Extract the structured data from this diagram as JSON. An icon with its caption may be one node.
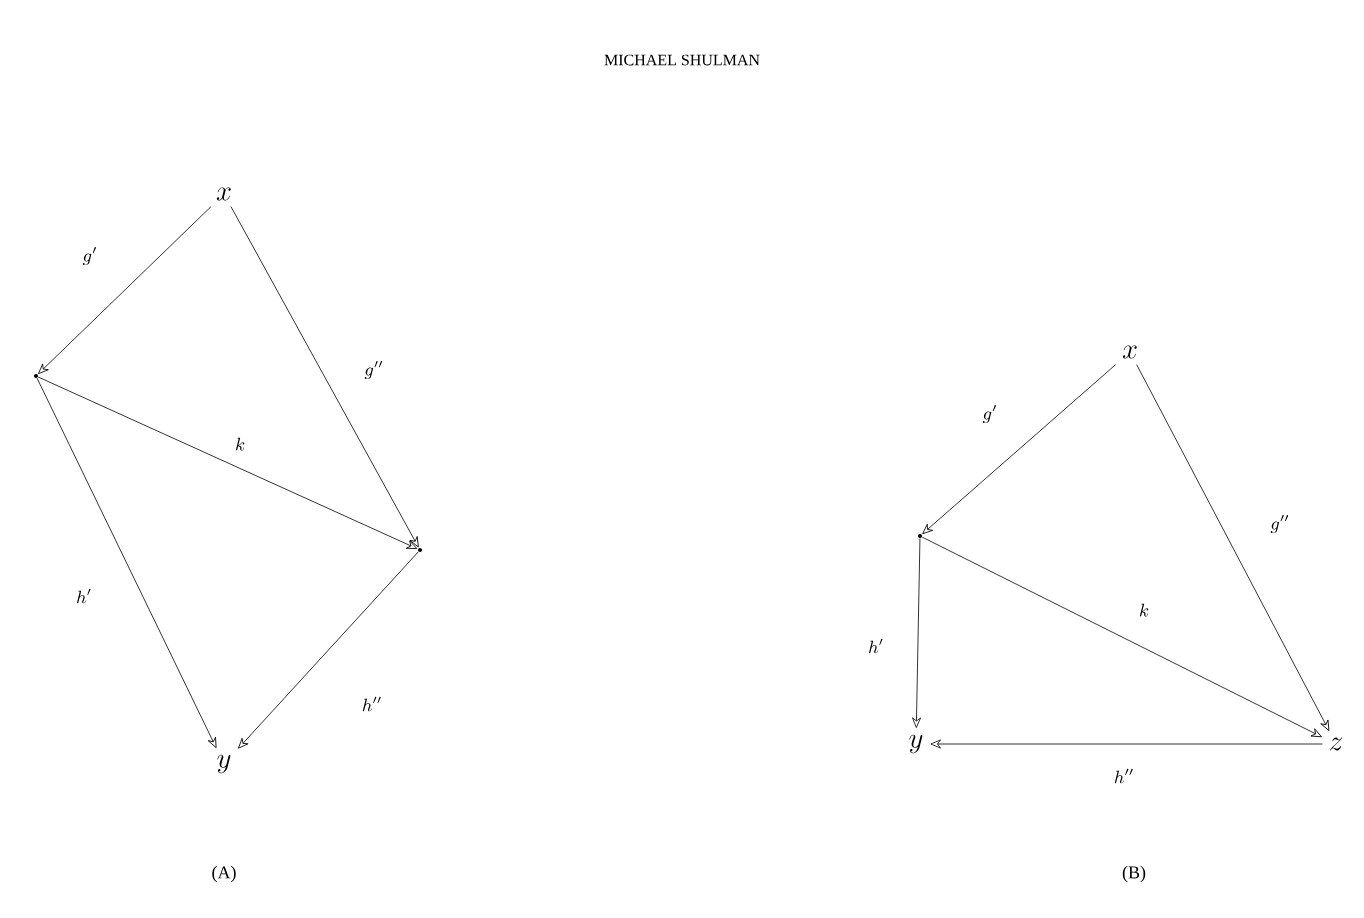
{
  "diagram": {
    "title": "MICHAEL SHULMAN",
    "nodes": [
      {
        "text": [
          "x"
        ]
      },
      {
        "text": [],
        "shape": "point"
      },
      {
        "text": [],
        "shape": "point"
      },
      {
        "text": [
          "y"
        ]
      },
      {
        "text": [
          "x"
        ]
      },
      {
        "text": [],
        "shape": "point"
      },
      {
        "text": [
          "z"
        ]
      },
      {
        "text": [
          "y"
        ]
      }
    ],
    "edges": [
      {
        "from": 0,
        "to": 1,
        "arrow": "to",
        "label": "g'"
      },
      {
        "from": 0,
        "to": 2,
        "arrow": "to",
        "label": "g''"
      },
      {
        "from": 1,
        "to": 2,
        "arrow": "to",
        "label": "k"
      },
      {
        "from": 1,
        "to": 3,
        "arrow": "to",
        "label": "h'"
      },
      {
        "from": 2,
        "to": 3,
        "arrow": "to",
        "label": "h''"
      },
      {
        "from": 4,
        "to": 5,
        "arrow": "to",
        "label": "g'"
      },
      {
        "from": 4,
        "to": 6,
        "arrow": "to",
        "label": "g''"
      },
      {
        "from": 5,
        "to": 6,
        "arrow": "to",
        "label": "k"
      },
      {
        "from": 5,
        "to": 7,
        "arrow": "to",
        "label": "h'"
      },
      {
        "from": 6,
        "to": 7,
        "arrow": "to",
        "label": "h''"
      }
    ],
    "labels": [
      "(A)",
      "(B)"
    ]
  }
}
